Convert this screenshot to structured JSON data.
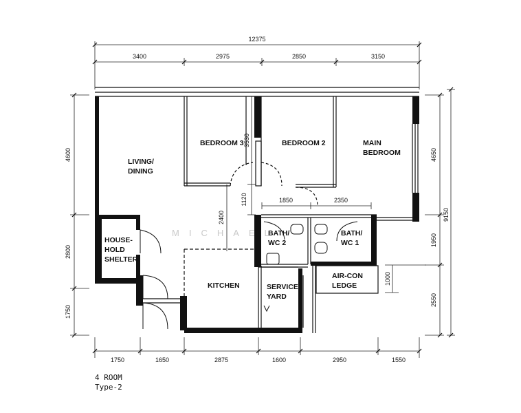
{
  "plan": {
    "overall_width": "12375",
    "top_dims": [
      "3400",
      "2975",
      "2850",
      "3150"
    ],
    "bottom_dims": [
      "1750",
      "1650",
      "2875",
      "1600",
      "2950",
      "1550"
    ],
    "left_dims": [
      "4600",
      "2800",
      "1750"
    ],
    "right_dims": [
      "4650",
      "1950",
      "2550"
    ],
    "right_total": "9150",
    "inner_dims": {
      "bedroom3_depth": "3530",
      "corridor": "1120",
      "living_mid": "2400",
      "bath2_width": "1850",
      "bath1_width": "2350",
      "aircon_depth": "1000"
    }
  },
  "rooms": {
    "living": [
      "LIVING/",
      "DINING"
    ],
    "bedroom3": "BEDROOM 3",
    "bedroom2": "BEDROOM 2",
    "main_bedroom": [
      "MAIN",
      "BEDROOM"
    ],
    "shelter": [
      "HOUSE-",
      "HOLD",
      "SHELTER"
    ],
    "bath2": [
      "BATH/",
      "WC 2"
    ],
    "bath1": [
      "BATH/",
      "WC 1"
    ],
    "kitchen": "KITCHEN",
    "service_yard": [
      "SERVICE",
      "YARD"
    ],
    "aircon": [
      "AIR-CON",
      "LEDGE"
    ]
  },
  "watermark": "MICHAEL",
  "caption": {
    "line1": "4 ROOM",
    "line2": "Type-2"
  }
}
